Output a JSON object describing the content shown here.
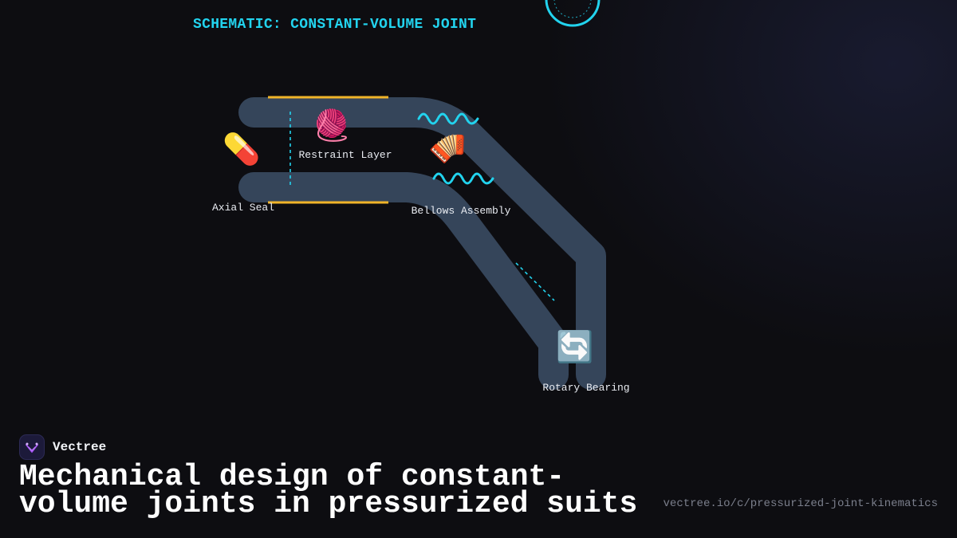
{
  "diagram": {
    "title": "SCHEMATIC: CONSTANT-VOLUME JOINT",
    "components": [
      {
        "id": "axial-seal",
        "label": "Axial Seal",
        "icon": "pill-icon",
        "glyph": "💊"
      },
      {
        "id": "restraint-layer",
        "label": "Restraint Layer",
        "icon": "yarn-icon",
        "glyph": "🧶"
      },
      {
        "id": "bellows-assembly",
        "label": "Bellows Assembly",
        "icon": "accordion-icon",
        "glyph": "🪗"
      },
      {
        "id": "rotary-bearing",
        "label": "Rotary Bearing",
        "icon": "rotate-arrows-icon",
        "glyph": "🔄"
      }
    ]
  },
  "brand": {
    "name": "Vectree",
    "logo_icon": "vectree-logo-icon"
  },
  "headline": "Mechanical design of constant-volume joints in pressurized suits",
  "source_url": "vectree.io/c/pressurized-joint-kinematics",
  "colors": {
    "background": "#0d0d11",
    "accent_cyan": "#22d3ee",
    "accent_gold": "#f0b429",
    "tube": "#35455a",
    "label": "#e9ecf2",
    "muted": "#7b7f8c"
  }
}
